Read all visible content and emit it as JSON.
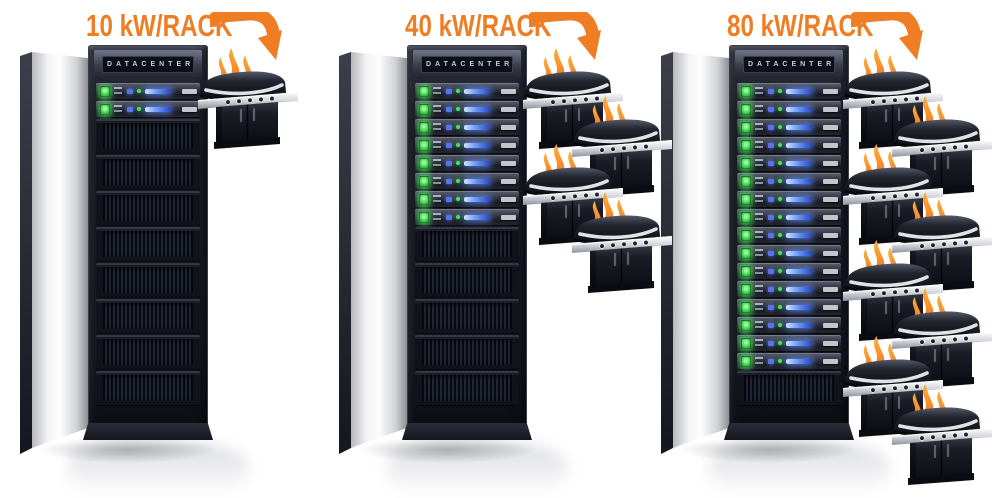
{
  "rack_header_label": "DATACENTER",
  "groups": [
    {
      "label": "10 kW/RACK",
      "power_kw": 10,
      "grill_count": 1,
      "server_count": 2,
      "vent_panel_count": 8
    },
    {
      "label": "40 kW/RACK",
      "power_kw": 40,
      "grill_count": 4,
      "server_count": 8,
      "vent_panel_count": 5
    },
    {
      "label": "80 kW/RACK",
      "power_kw": 80,
      "grill_count": 8,
      "server_count": 16,
      "vent_panel_count": 1
    }
  ],
  "colors": {
    "accent_orange": "#ef7d23",
    "flame_top": "#fbb03d",
    "flame_bottom": "#ee6a1d",
    "rack_dark": "#14161f",
    "door_gray": "#f4f4f5",
    "led_green": "#46e25b",
    "led_blue": "#2746c8"
  },
  "icons": {
    "arrow": "curved-arrow-icon",
    "flame": "flame-icon",
    "grill": "bbq-grill",
    "door": "open-rack-door",
    "power_led": "power-led-icon",
    "activity_bar": "activity-bar-led"
  }
}
